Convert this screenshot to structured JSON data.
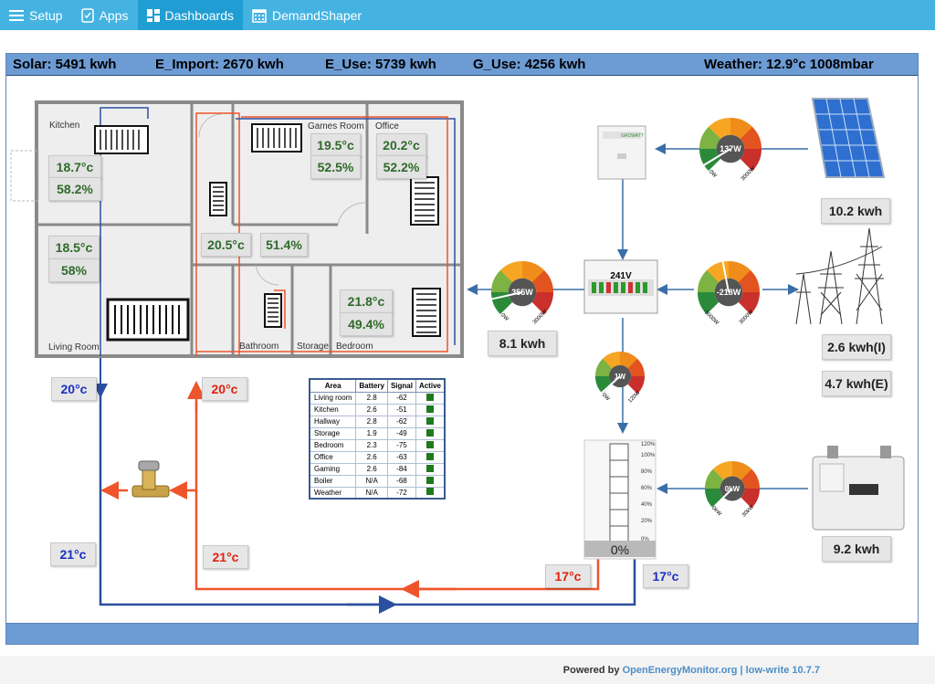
{
  "nav": {
    "items": [
      {
        "label": "Setup",
        "icon": "menu-icon"
      },
      {
        "label": "Apps",
        "icon": "apps-icon"
      },
      {
        "label": "Dashboards",
        "icon": "dashboards-icon"
      },
      {
        "label": "DemandShaper",
        "icon": "calendar-icon"
      }
    ],
    "active": "Dashboards"
  },
  "summary": {
    "solar": "Solar: 5491 kwh",
    "e_import": "E_Import: 2670 kwh",
    "e_use": "E_Use: 5739 kwh",
    "g_use": "G_Use: 4256 kwh",
    "weather": "Weather: 12.9°c  1008mbar"
  },
  "rooms": {
    "kitchen": {
      "name": "Kitchen",
      "temp": "18.7°c",
      "humidity": "58.2%"
    },
    "games_room": {
      "name": "Games Room",
      "temp": "19.5°c",
      "humidity": "52.5%"
    },
    "office": {
      "name": "Office",
      "temp": "20.2°c",
      "humidity": "52.2%"
    },
    "living_room": {
      "name": "Living Room",
      "temp": "18.5°c",
      "humidity": "58%"
    },
    "hallway": {
      "temp": "20.5°c",
      "humidity": "51.4%"
    },
    "bedroom": {
      "name": "Bedroom",
      "temp": "21.8°c",
      "humidity": "49.4%"
    },
    "bathroom": {
      "name": "Bathroom"
    },
    "storage": {
      "name": "Storage"
    }
  },
  "heating": {
    "flow_top_left": "20°c",
    "flow_top_right": "20°c",
    "return_left": "21°c",
    "return_right": "21°c",
    "boiler_out": "17°c",
    "boiler_return": "17°c"
  },
  "energy": {
    "solar_kwh": "10.2 kwh",
    "house_use": "8.1 kwh",
    "grid_import": "2.6 kwh(I)",
    "grid_export": "4.7 kwh(E)",
    "gas_kwh": "9.2 kwh",
    "consumer_unit_voltage": "241V",
    "tank_level": "0%"
  },
  "gauges": {
    "solar": {
      "value": "137W",
      "min": "0W",
      "max": "3000W",
      "fraction": 0.05
    },
    "house": {
      "value": "355W",
      "min": "0W",
      "max": "3000W",
      "fraction": 0.12
    },
    "grid": {
      "value": "-218W",
      "min": "-3000W",
      "max": "3000W",
      "fraction": 0.46
    },
    "heater": {
      "value": "1W",
      "min": "0W",
      "max": "120W",
      "fraction": 0.01
    },
    "gas": {
      "value": "0kW",
      "min": "0kW",
      "max": "30kW",
      "fraction": 0.0
    }
  },
  "tank_scale": [
    "120%",
    "100%",
    "80%",
    "60%",
    "40%",
    "20%",
    "0%"
  ],
  "sensor_table": {
    "headers": [
      "Area",
      "Battery",
      "Signal",
      "Active"
    ],
    "rows": [
      [
        "Living room",
        "2.8",
        "-62"
      ],
      [
        "Kitchen",
        "2.6",
        "-51"
      ],
      [
        "Hallway",
        "2.8",
        "-62"
      ],
      [
        "Storage",
        "1.9",
        "-49"
      ],
      [
        "Bedroom",
        "2.3",
        "-75"
      ],
      [
        "Office",
        "2.6",
        "-63"
      ],
      [
        "Gaming",
        "2.6",
        "-84"
      ],
      [
        "Boiler",
        "N/A",
        "-68"
      ],
      [
        "Weather",
        "N/A",
        "-72"
      ]
    ]
  },
  "colors": {
    "nav_bg": "#44b3e2",
    "nav_active": "#209ed3",
    "summary_bg": "#6d9bd4",
    "flow_red": "#f0542a",
    "return_blue": "#2b4fa0",
    "value_green": "#2f6a2a"
  },
  "footer": {
    "prefix": "Powered by",
    "link": "OpenEnergyMonitor.org",
    "version": "| low-write 10.7.7"
  }
}
